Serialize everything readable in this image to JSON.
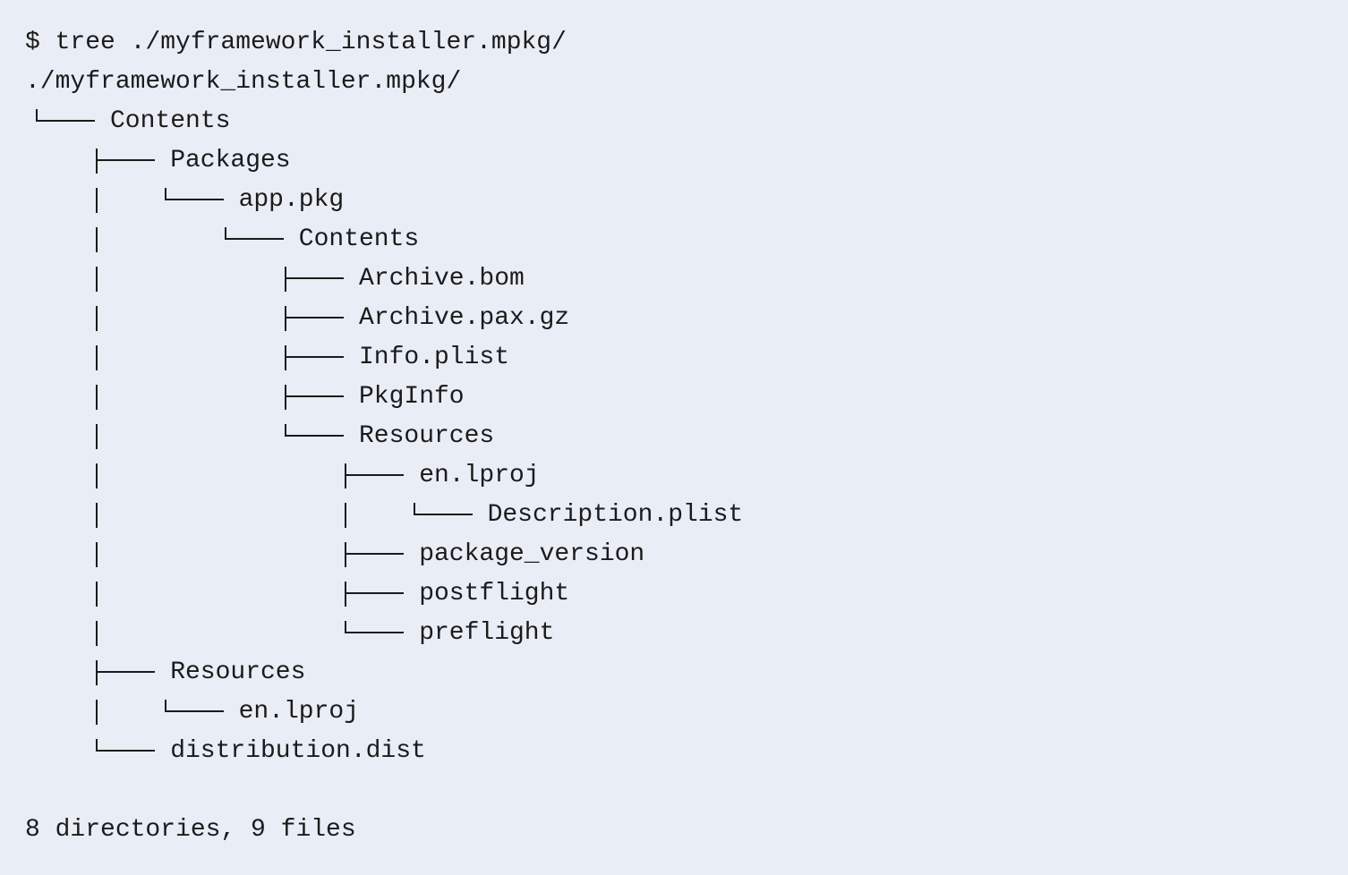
{
  "terminal": {
    "command_line": "$ tree ./myframework_installer.mpkg/",
    "root_line": "./myframework_installer.mpkg/",
    "summary_line": "8 directories, 9 files"
  },
  "tree": {
    "entries": [
      {
        "prefix": "",
        "branch": "elbow",
        "name": "Contents"
      },
      {
        "prefix": "    ",
        "branch": "tee",
        "name": "Packages"
      },
      {
        "prefix": "    |   ",
        "branch": "elbow",
        "name": "app.pkg"
      },
      {
        "prefix": "    |       ",
        "branch": "elbow",
        "name": "Contents"
      },
      {
        "prefix": "    |           ",
        "branch": "tee",
        "name": "Archive.bom"
      },
      {
        "prefix": "    |           ",
        "branch": "tee",
        "name": "Archive.pax.gz"
      },
      {
        "prefix": "    |           ",
        "branch": "tee",
        "name": "Info.plist"
      },
      {
        "prefix": "    |           ",
        "branch": "tee",
        "name": "PkgInfo"
      },
      {
        "prefix": "    |           ",
        "branch": "elbow",
        "name": "Resources"
      },
      {
        "prefix": "    |               ",
        "branch": "tee",
        "name": "en.lproj"
      },
      {
        "prefix": "    |               |   ",
        "branch": "elbow",
        "name": "Description.plist"
      },
      {
        "prefix": "    |               ",
        "branch": "tee",
        "name": "package_version"
      },
      {
        "prefix": "    |               ",
        "branch": "tee",
        "name": "postflight"
      },
      {
        "prefix": "    |               ",
        "branch": "elbow",
        "name": "preflight"
      },
      {
        "prefix": "    ",
        "branch": "tee",
        "name": "Resources"
      },
      {
        "prefix": "    |   ",
        "branch": "elbow",
        "name": "en.lproj"
      },
      {
        "prefix": "    ",
        "branch": "elbow",
        "name": "distribution.dist"
      }
    ]
  },
  "colors": {
    "background": "#e9edf5",
    "text": "#1b1b1b"
  }
}
